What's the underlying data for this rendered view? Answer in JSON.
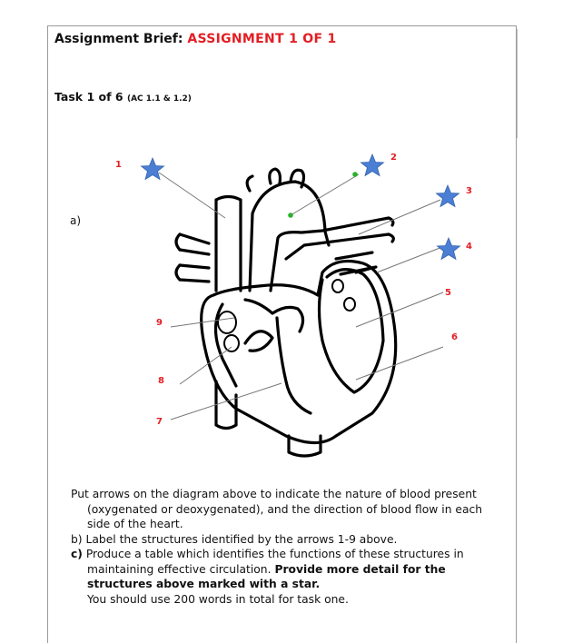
{
  "header": {
    "prefix": "Assignment Brief:",
    "assignment": "ASSIGNMENT 1 OF 1",
    "accent_color": "#e31e24"
  },
  "task": {
    "title": "Task 1 of 6",
    "ac_ref": "(AC 1.1 & 1.2)"
  },
  "part_a": {
    "label": "a)"
  },
  "diagram": {
    "numbers": [
      "1",
      "2",
      "3",
      "4",
      "5",
      "6",
      "7",
      "8",
      "9"
    ],
    "starred": [
      "1",
      "2",
      "3",
      "4"
    ],
    "star_color": "#4a7fd4",
    "number_color": "#e31e24"
  },
  "instructions": {
    "a_text": "Put arrows on the diagram above to indicate the nature of blood present (oxygenated or deoxygenated), and the direction of blood flow in each side of the heart.",
    "b_label": "b)",
    "b_text": "Label the structures identified by the arrows 1-9 above.",
    "c_label": "c)",
    "c_text": "Produce a table which identifies the functions of these structures in maintaining effective circulation.",
    "c_bold": "Provide more detail for the structures above marked with a star.",
    "c_words": "You should use 200 words in total for task one."
  }
}
